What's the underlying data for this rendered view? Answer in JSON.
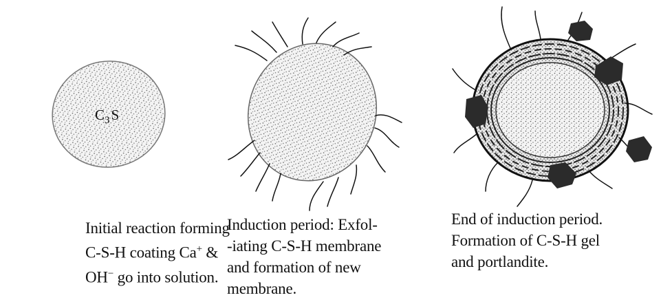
{
  "stages": [
    {
      "label": {
        "main": "C",
        "sub": "3",
        "tail": "S"
      },
      "caption": {
        "line1": "Initial reaction forming",
        "line2_pre": "C-S-H coating Ca",
        "line2_sup": "+",
        "line2_post": " &",
        "line3_pre": "OH",
        "line3_sup": "−",
        "line3_post": " go into solution."
      }
    },
    {
      "caption": {
        "line1": "Induction period: Exfol-",
        "line2": "-iating C-S-H membrane",
        "line3": "and formation of new",
        "line4": "membrane."
      }
    },
    {
      "caption": {
        "line1": "End of induction period.",
        "line2": "Formation of C-S-H gel",
        "line3": "and portlandite."
      }
    }
  ],
  "colors": {
    "ink": "#111111",
    "grain": "#9a9a9a",
    "portlandite": "#2b2b2b",
    "background": "#ffffff"
  }
}
